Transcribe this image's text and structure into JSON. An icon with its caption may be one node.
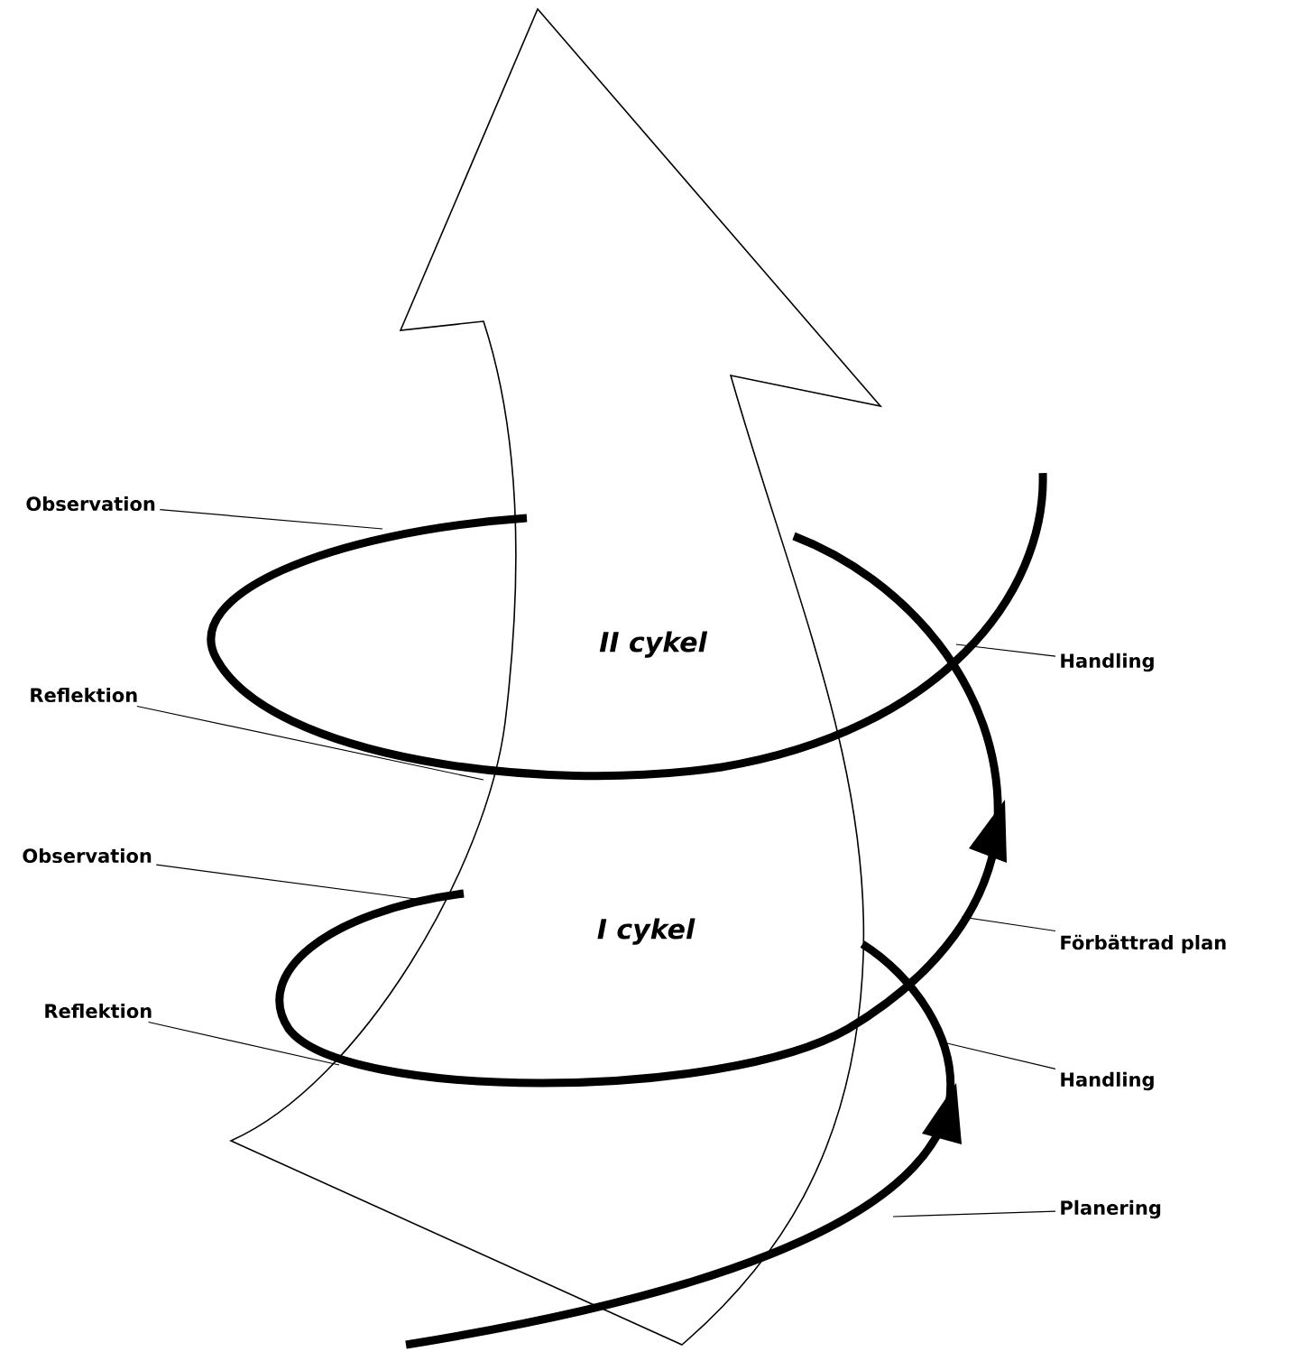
{
  "diagram": {
    "nodes": [
      {
        "text": [],
        "shape": "arrow"
      },
      {
        "text": [
          "Observation"
        ]
      },
      {
        "text": [
          "Handling"
        ]
      },
      {
        "text": [
          "Reflektion"
        ]
      },
      {
        "text": [
          "Observation"
        ]
      },
      {
        "text": [
          "Förbättrad plan"
        ]
      },
      {
        "text": [
          "Reflektion"
        ]
      },
      {
        "text": [
          "Handling"
        ]
      },
      {
        "text": [
          "Planering"
        ]
      },
      {
        "text": [],
        "shape": "spiral"
      }
    ],
    "edges": [
      {
        "from": 1,
        "to": 9,
        "arrow": "none"
      },
      {
        "from": 2,
        "to": 9,
        "arrow": "none"
      },
      {
        "from": 3,
        "to": 9,
        "arrow": "none"
      },
      {
        "from": 4,
        "to": 9,
        "arrow": "none"
      },
      {
        "from": 5,
        "to": 9,
        "arrow": "none"
      },
      {
        "from": 6,
        "to": 9,
        "arrow": "none"
      },
      {
        "from": 7,
        "to": 9,
        "arrow": "none"
      },
      {
        "from": 8,
        "to": 9,
        "arrow": "none"
      }
    ],
    "labels": [
      "II cykel",
      "I cykel"
    ]
  }
}
